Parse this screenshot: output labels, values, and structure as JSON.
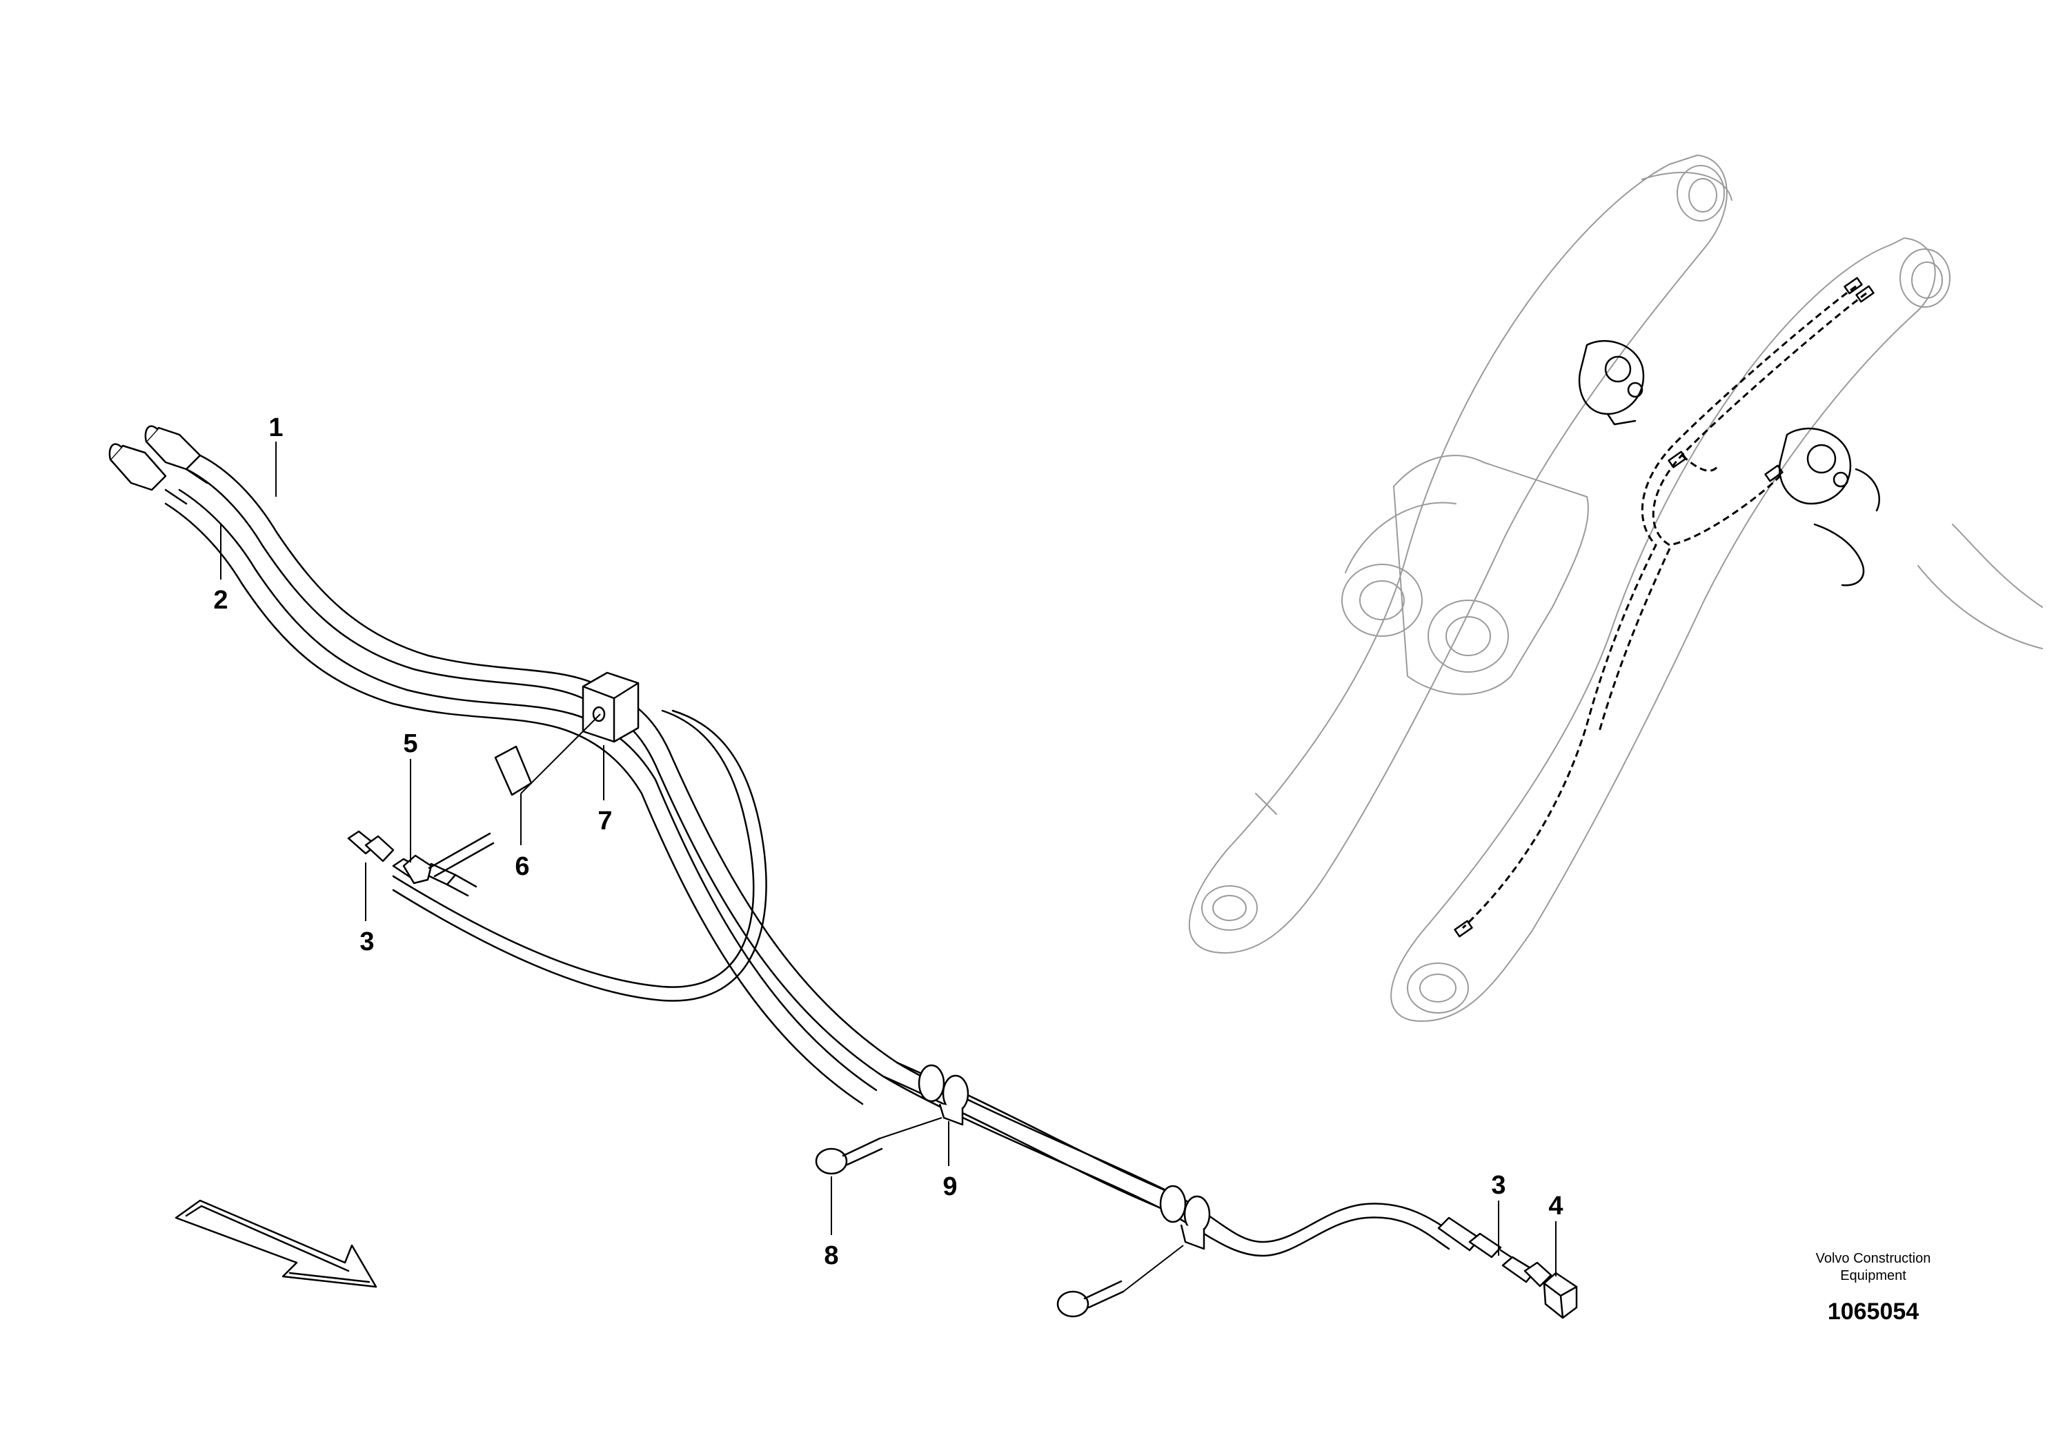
{
  "callouts": {
    "c1": "1",
    "c2": "2",
    "c3a": "3",
    "c3b": "3",
    "c4": "4",
    "c5": "5",
    "c6": "6",
    "c7": "7",
    "c8": "8",
    "c9": "9"
  },
  "brand": {
    "line1": "Volvo Construction",
    "line2": "Equipment"
  },
  "document_number": "1065054"
}
